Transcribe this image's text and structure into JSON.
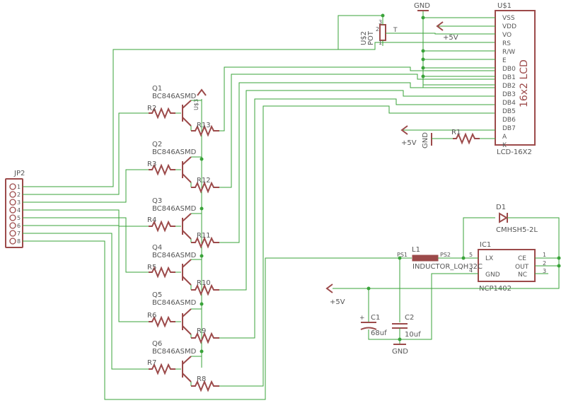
{
  "lcd": {
    "ref": "U$1",
    "value": "LCD-16X2",
    "title": "16x2 LCD",
    "pins": [
      "VSS",
      "VDD",
      "VO",
      "RS",
      "R/W",
      "E",
      "DB0",
      "DB1",
      "DB2",
      "DB3",
      "DB4",
      "DB5",
      "DB6",
      "DB7",
      "A",
      "K"
    ]
  },
  "pot": {
    "ref": "U$2",
    "value": "POT",
    "pin_labels": [
      "3",
      "1",
      "2",
      "T"
    ]
  },
  "jp2": {
    "ref": "JP2",
    "pins": [
      "1",
      "2",
      "3",
      "4",
      "5",
      "6",
      "7",
      "8"
    ]
  },
  "transistors": [
    {
      "ref": "Q1",
      "value": "BC846ASMD",
      "base_res": "R2",
      "coll_res": "R13"
    },
    {
      "ref": "Q2",
      "value": "BC846ASMD",
      "base_res": "R3",
      "coll_res": "R12"
    },
    {
      "ref": "Q3",
      "value": "BC846ASMD",
      "base_res": "R4",
      "coll_res": "R11"
    },
    {
      "ref": "Q4",
      "value": "BC846ASMD",
      "base_res": "R5",
      "coll_res": "R10"
    },
    {
      "ref": "Q5",
      "value": "BC846ASMD",
      "base_res": "R6",
      "coll_res": "R9"
    },
    {
      "ref": "Q6",
      "value": "BC846ASMD",
      "base_res": "R7",
      "coll_res": "R8"
    }
  ],
  "q1_emitter_label": "U$3",
  "r1": "R1",
  "nets": {
    "gnd": "GND",
    "vplus": "+5V"
  },
  "ic1": {
    "ref": "IC1",
    "value": "NCP1402",
    "inner": [
      "LX",
      "GND",
      "CE",
      "OUT",
      "NC"
    ],
    "pin_numbers": [
      "5",
      "4",
      "1",
      "2",
      "3"
    ]
  },
  "d1": {
    "ref": "D1",
    "value": "CMHSH5-2L"
  },
  "l1": {
    "ref": "L1",
    "value": "INDUCTOR_LQH32C",
    "pin1": "PS1",
    "pin2": "PS2"
  },
  "c1": {
    "ref": "C1",
    "value": "68uf"
  },
  "c2": {
    "ref": "C2",
    "value": "10uf"
  }
}
